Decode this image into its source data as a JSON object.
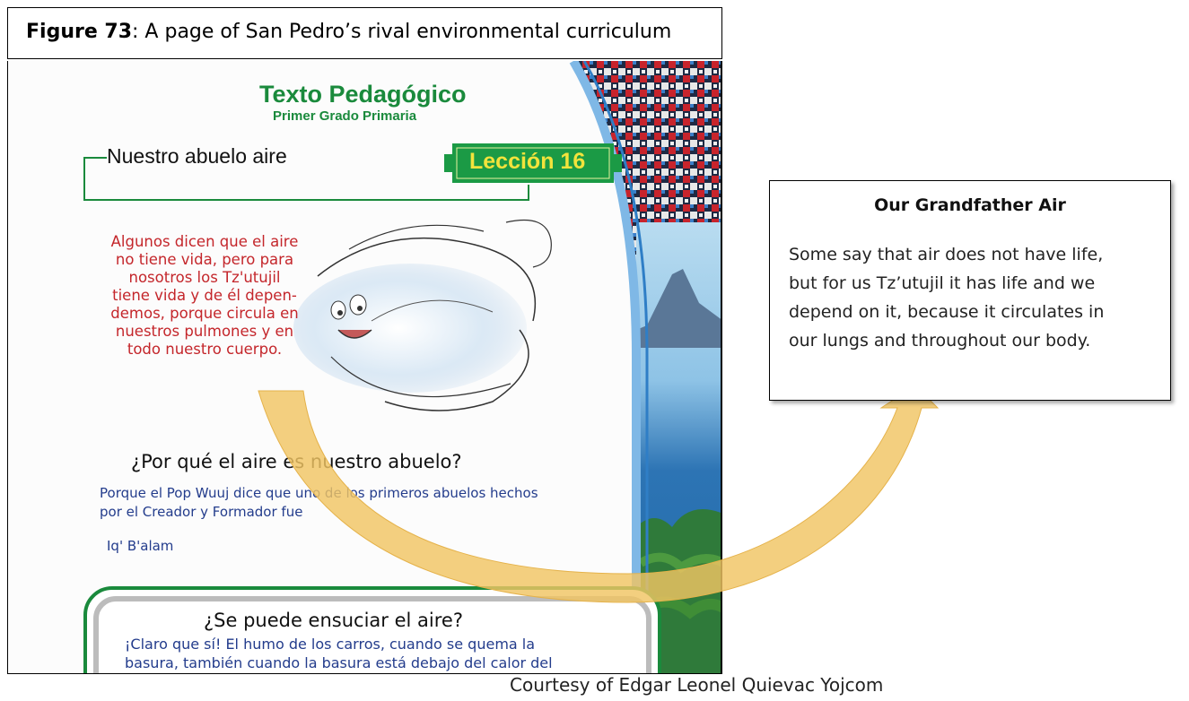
{
  "figure_caption": {
    "label": "Figure 73",
    "text": ": A page of San Pedro’s rival environmental curriculum"
  },
  "textbook": {
    "header_title": "Texto Pedagógico",
    "header_subtitle": "Primer Grado Primaria",
    "lesson_title": "Nuestro abuelo aire",
    "lesson_badge": "Lección 16",
    "intro_lines": [
      "Algunos dicen que el aire",
      "no tiene vida, pero para",
      "nosotros los Tz'utujil",
      "tiene vida y de él depen-",
      "demos, porque circula en",
      "nuestros pulmones y en",
      "todo nuestro cuerpo."
    ],
    "question1": "¿Por qué el aire es nuestro abuelo?",
    "answer1_lines": [
      "Porque el Pop Wuuj dice que uno de los primeros abuelos hechos",
      "por el Creador y Formador fue"
    ],
    "answer1_name": "Iq' B'alam",
    "question2": "¿Se puede ensuciar el aire?",
    "answer2_lines": [
      "¡Claro que sí! El humo de los carros, cuando se quema la",
      "basura, también cuando la basura está debajo del calor del"
    ]
  },
  "translation": {
    "title": "Our Grandfather Air",
    "lines": [
      "Some say that air does not have life,",
      "but for us Tz’utujil it has life and we",
      "depend on it, because it circulates in",
      "our lungs and throughout our body."
    ]
  },
  "credit": "Courtesy of Edgar Leonel Quievac Yojcom",
  "colors": {
    "header_green": "#1a8a3c",
    "badge_green": "#1b9a45",
    "badge_text": "#f2e33c",
    "intro_red": "#c4262b",
    "body_blue": "#233c8c",
    "arrow_fill": "#f0c463",
    "lake_blue": "#2a78b8"
  }
}
